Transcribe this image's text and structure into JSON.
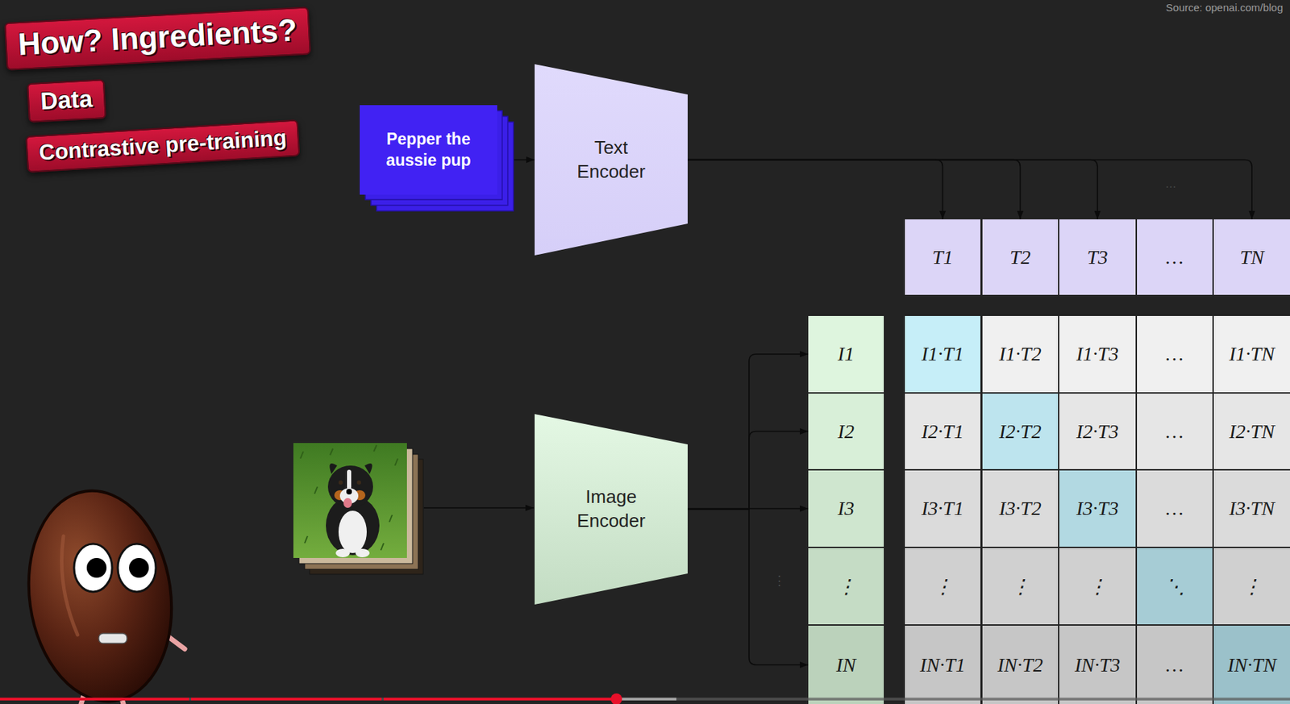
{
  "diagram": {
    "nodes": [
      {
        "text": [
          "How? Ingredients?"
        ]
      },
      {
        "text": [
          "Data"
        ]
      },
      {
        "text": [
          "Contrastive pre-training"
        ]
      },
      {
        "text": [
          "Pepper the aussie pup"
        ]
      },
      {
        "text": [
          "Text Encoder"
        ]
      },
      {
        "text": [
          "T1"
        ]
      },
      {
        "text": [
          "T2"
        ]
      },
      {
        "text": [
          "T3"
        ]
      },
      {
        "text": [
          "…"
        ]
      },
      {
        "text": [
          "TN"
        ]
      },
      {
        "text": [
          "Image Encoder"
        ]
      },
      {
        "text": [
          "I1"
        ]
      },
      {
        "text": [
          "I1·T1"
        ]
      },
      {
        "text": [
          "I1·T2"
        ]
      },
      {
        "text": [
          "I1·T3"
        ]
      },
      {
        "text": [
          "…"
        ]
      },
      {
        "text": [
          "I1·TN"
        ]
      },
      {
        "text": [
          "I2"
        ]
      },
      {
        "text": [
          "I2·T1"
        ]
      },
      {
        "text": [
          "I2·T2"
        ]
      },
      {
        "text": [
          "I2·T3"
        ]
      },
      {
        "text": [
          "…"
        ]
      },
      {
        "text": [
          "I2·TN"
        ]
      },
      {
        "text": [
          "I3"
        ]
      },
      {
        "text": [
          "I3·T1"
        ]
      },
      {
        "text": [
          "I3·T2"
        ]
      },
      {
        "text": [
          "I3·T3"
        ]
      },
      {
        "text": [
          "…"
        ]
      },
      {
        "text": [
          "I3·TN"
        ]
      },
      {
        "text": [
          "⋮"
        ]
      },
      {
        "text": [
          "⋮"
        ]
      },
      {
        "text": [
          "⋮"
        ]
      },
      {
        "text": [
          "⋮"
        ]
      },
      {
        "text": [
          "⋱"
        ]
      },
      {
        "text": [
          "⋮"
        ]
      },
      {
        "text": [
          "IN"
        ]
      },
      {
        "text": [
          "IN·T1"
        ]
      },
      {
        "text": [
          "IN·T2"
        ]
      },
      {
        "text": [
          "IN·T3"
        ]
      },
      {
        "text": [
          "…"
        ]
      },
      {
        "text": [
          "IN·TN"
        ]
      }
    ],
    "edges": [
      {
        "from": 3,
        "to": 4,
        "arrow": "to"
      },
      {
        "from": 4,
        "to": 5,
        "arrow": "to"
      },
      {
        "from": 4,
        "to": 6,
        "arrow": "to"
      },
      {
        "from": 4,
        "to": 7,
        "arrow": "to"
      },
      {
        "from": 4,
        "to": 9,
        "arrow": "to"
      },
      {
        "from": 10,
        "to": 11,
        "arrow": "to"
      },
      {
        "from": 10,
        "to": 17,
        "arrow": "to"
      },
      {
        "from": 10,
        "to": 23,
        "arrow": "to"
      },
      {
        "from": 10,
        "to": 35,
        "arrow": "to"
      }
    ],
    "labels": [
      "Source: openai.com/blog",
      "…",
      "⋮"
    ]
  }
}
